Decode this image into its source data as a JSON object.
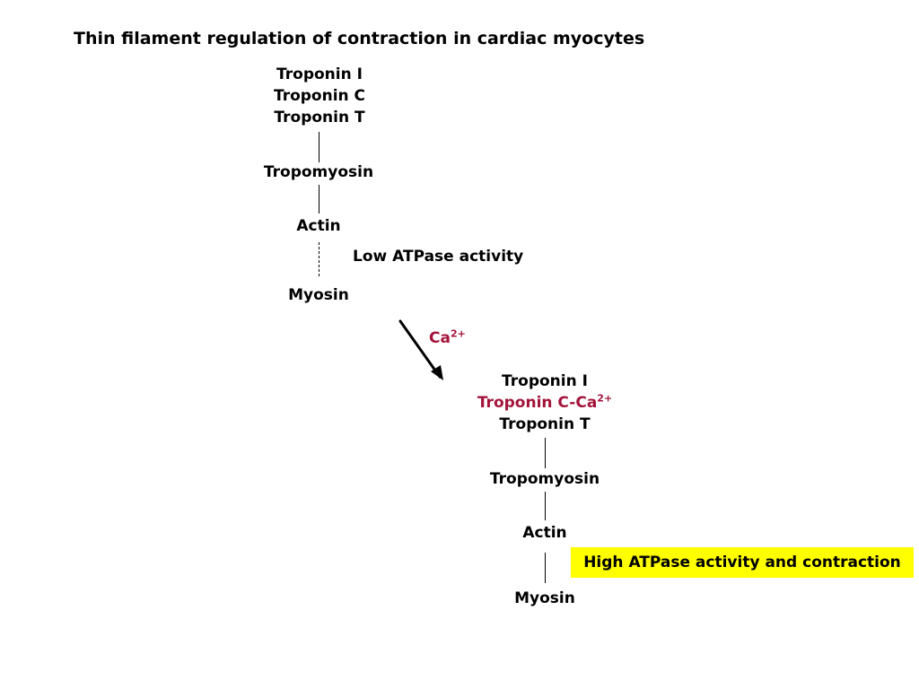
{
  "title": "Thin filament regulation of contraction in cardiac myocytes",
  "resting": {
    "troponin_i": "Troponin I",
    "troponin_c": "Troponin C",
    "troponin_t": "Troponin T",
    "tropomyosin": "Tropomyosin",
    "actin": "Actin",
    "myosin": "Myosin",
    "activity_note": "Low ATPase activity"
  },
  "transition": {
    "ion": "Ca",
    "ion_charge": "2+",
    "arrow_icon": "diagonal-arrow-down-right"
  },
  "activated": {
    "troponin_i": "Troponin I",
    "troponin_c_bound": "Troponin C-Ca",
    "troponin_c_charge": "2+",
    "troponin_t": "Troponin T",
    "tropomyosin": "Tropomyosin",
    "actin": "Actin",
    "myosin": "Myosin",
    "activity_note": "High ATPase activity and contraction"
  },
  "colors": {
    "calcium_red": "#a3143a",
    "highlight_yellow": "#ffff00",
    "text": "#000000"
  }
}
